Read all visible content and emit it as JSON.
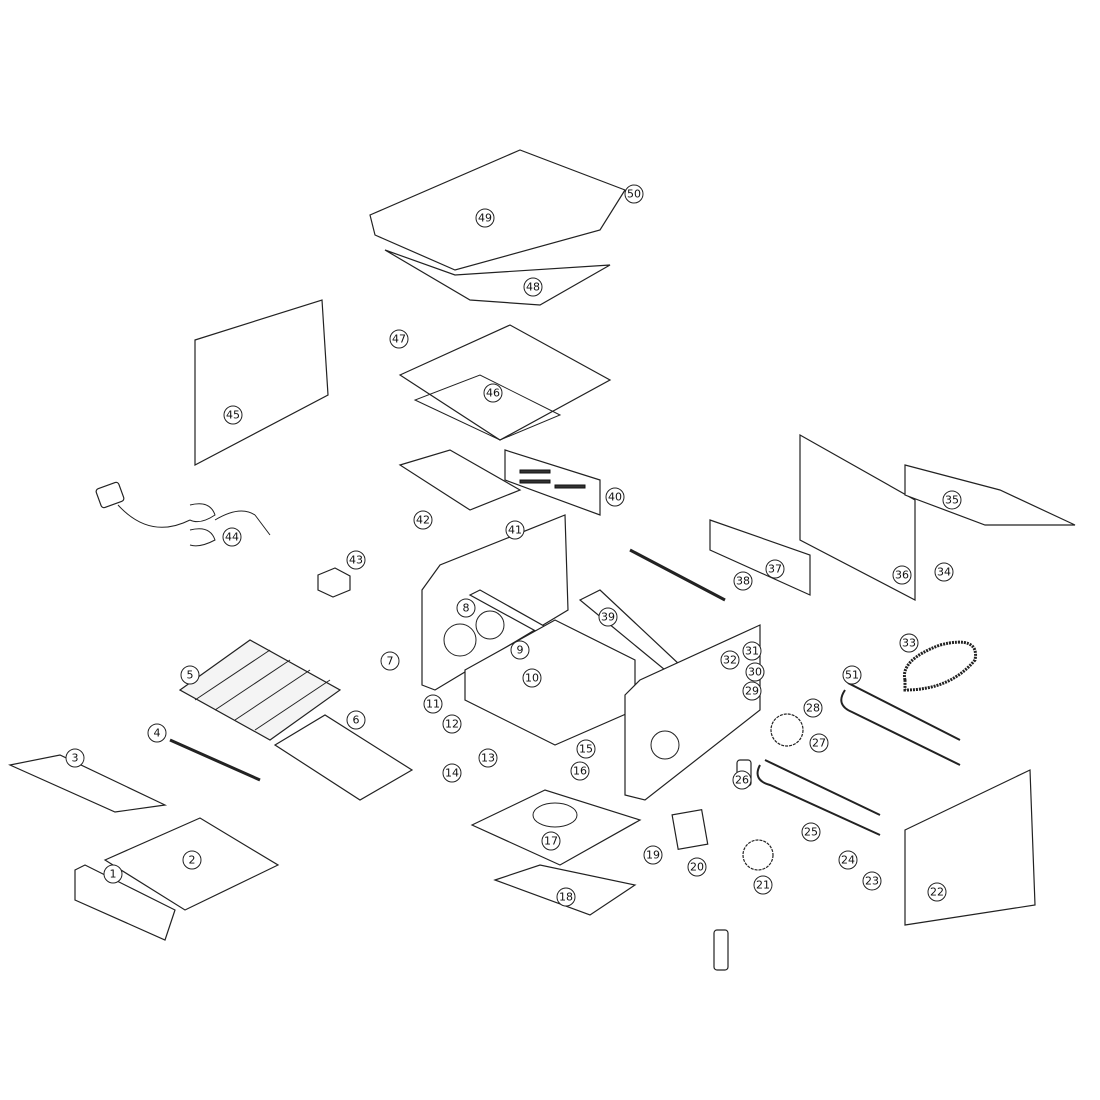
{
  "diagram": {
    "type": "exploded-parts-diagram",
    "part_labels": [
      "1",
      "2",
      "3",
      "4",
      "5",
      "6",
      "7",
      "8",
      "9",
      "10",
      "11",
      "12",
      "13",
      "14",
      "15",
      "16",
      "17",
      "18",
      "19",
      "20",
      "21",
      "22",
      "23",
      "24",
      "25",
      "26",
      "27",
      "28",
      "29",
      "30",
      "31",
      "32",
      "33",
      "34",
      "35",
      "36",
      "37",
      "38",
      "39",
      "40",
      "41",
      "42",
      "43",
      "44",
      "45",
      "46",
      "47",
      "48",
      "49",
      "50",
      "51"
    ]
  }
}
